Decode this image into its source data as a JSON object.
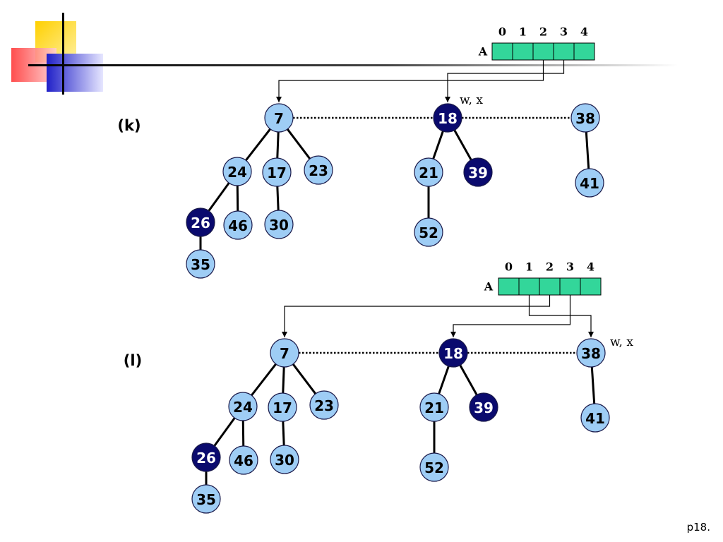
{
  "colors": {
    "light": "#9ecdf5",
    "dark": "#0a0a6e",
    "cell": "#33d69a",
    "line": "#000000"
  },
  "page_number": "p18.",
  "panels": [
    {
      "label": "(k)",
      "array_label": "A",
      "indices": [
        "0",
        "1",
        "2",
        "3",
        "4"
      ],
      "pointer_label": "w, x",
      "roots": [
        "7",
        "18",
        "38"
      ],
      "nodes": [
        {
          "id": "7",
          "color": "light"
        },
        {
          "id": "24",
          "color": "light"
        },
        {
          "id": "17",
          "color": "light"
        },
        {
          "id": "23",
          "color": "light"
        },
        {
          "id": "26",
          "color": "dark"
        },
        {
          "id": "46",
          "color": "light"
        },
        {
          "id": "30",
          "color": "light"
        },
        {
          "id": "35",
          "color": "light"
        },
        {
          "id": "18",
          "color": "dark"
        },
        {
          "id": "21",
          "color": "light"
        },
        {
          "id": "39",
          "color": "dark"
        },
        {
          "id": "52",
          "color": "light"
        },
        {
          "id": "38",
          "color": "light"
        },
        {
          "id": "41",
          "color": "light"
        }
      ],
      "edges": [
        [
          "7",
          "24"
        ],
        [
          "7",
          "17"
        ],
        [
          "7",
          "23"
        ],
        [
          "24",
          "26"
        ],
        [
          "24",
          "46"
        ],
        [
          "17",
          "30"
        ],
        [
          "26",
          "35"
        ],
        [
          "18",
          "21"
        ],
        [
          "18",
          "39"
        ],
        [
          "21",
          "52"
        ],
        [
          "38",
          "41"
        ]
      ],
      "array_pointers": [
        {
          "from_index": 2,
          "to": "7"
        },
        {
          "from_index": 3,
          "to": "18"
        }
      ]
    },
    {
      "label": "(l)",
      "array_label": "A",
      "indices": [
        "0",
        "1",
        "2",
        "3",
        "4"
      ],
      "pointer_label": "w, x",
      "roots": [
        "7",
        "18",
        "38"
      ],
      "nodes": [
        {
          "id": "7",
          "color": "light"
        },
        {
          "id": "24",
          "color": "light"
        },
        {
          "id": "17",
          "color": "light"
        },
        {
          "id": "23",
          "color": "light"
        },
        {
          "id": "26",
          "color": "dark"
        },
        {
          "id": "46",
          "color": "light"
        },
        {
          "id": "30",
          "color": "light"
        },
        {
          "id": "35",
          "color": "light"
        },
        {
          "id": "18",
          "color": "dark"
        },
        {
          "id": "21",
          "color": "light"
        },
        {
          "id": "39",
          "color": "dark"
        },
        {
          "id": "52",
          "color": "light"
        },
        {
          "id": "38",
          "color": "light"
        },
        {
          "id": "41",
          "color": "light"
        }
      ],
      "edges": [
        [
          "7",
          "24"
        ],
        [
          "7",
          "17"
        ],
        [
          "7",
          "23"
        ],
        [
          "24",
          "26"
        ],
        [
          "24",
          "46"
        ],
        [
          "17",
          "30"
        ],
        [
          "26",
          "35"
        ],
        [
          "18",
          "21"
        ],
        [
          "18",
          "39"
        ],
        [
          "21",
          "52"
        ],
        [
          "38",
          "41"
        ]
      ],
      "array_pointers": [
        {
          "from_index": 1,
          "to": "38"
        },
        {
          "from_index": 2,
          "to": "7"
        },
        {
          "from_index": 3,
          "to": "18"
        }
      ]
    }
  ]
}
